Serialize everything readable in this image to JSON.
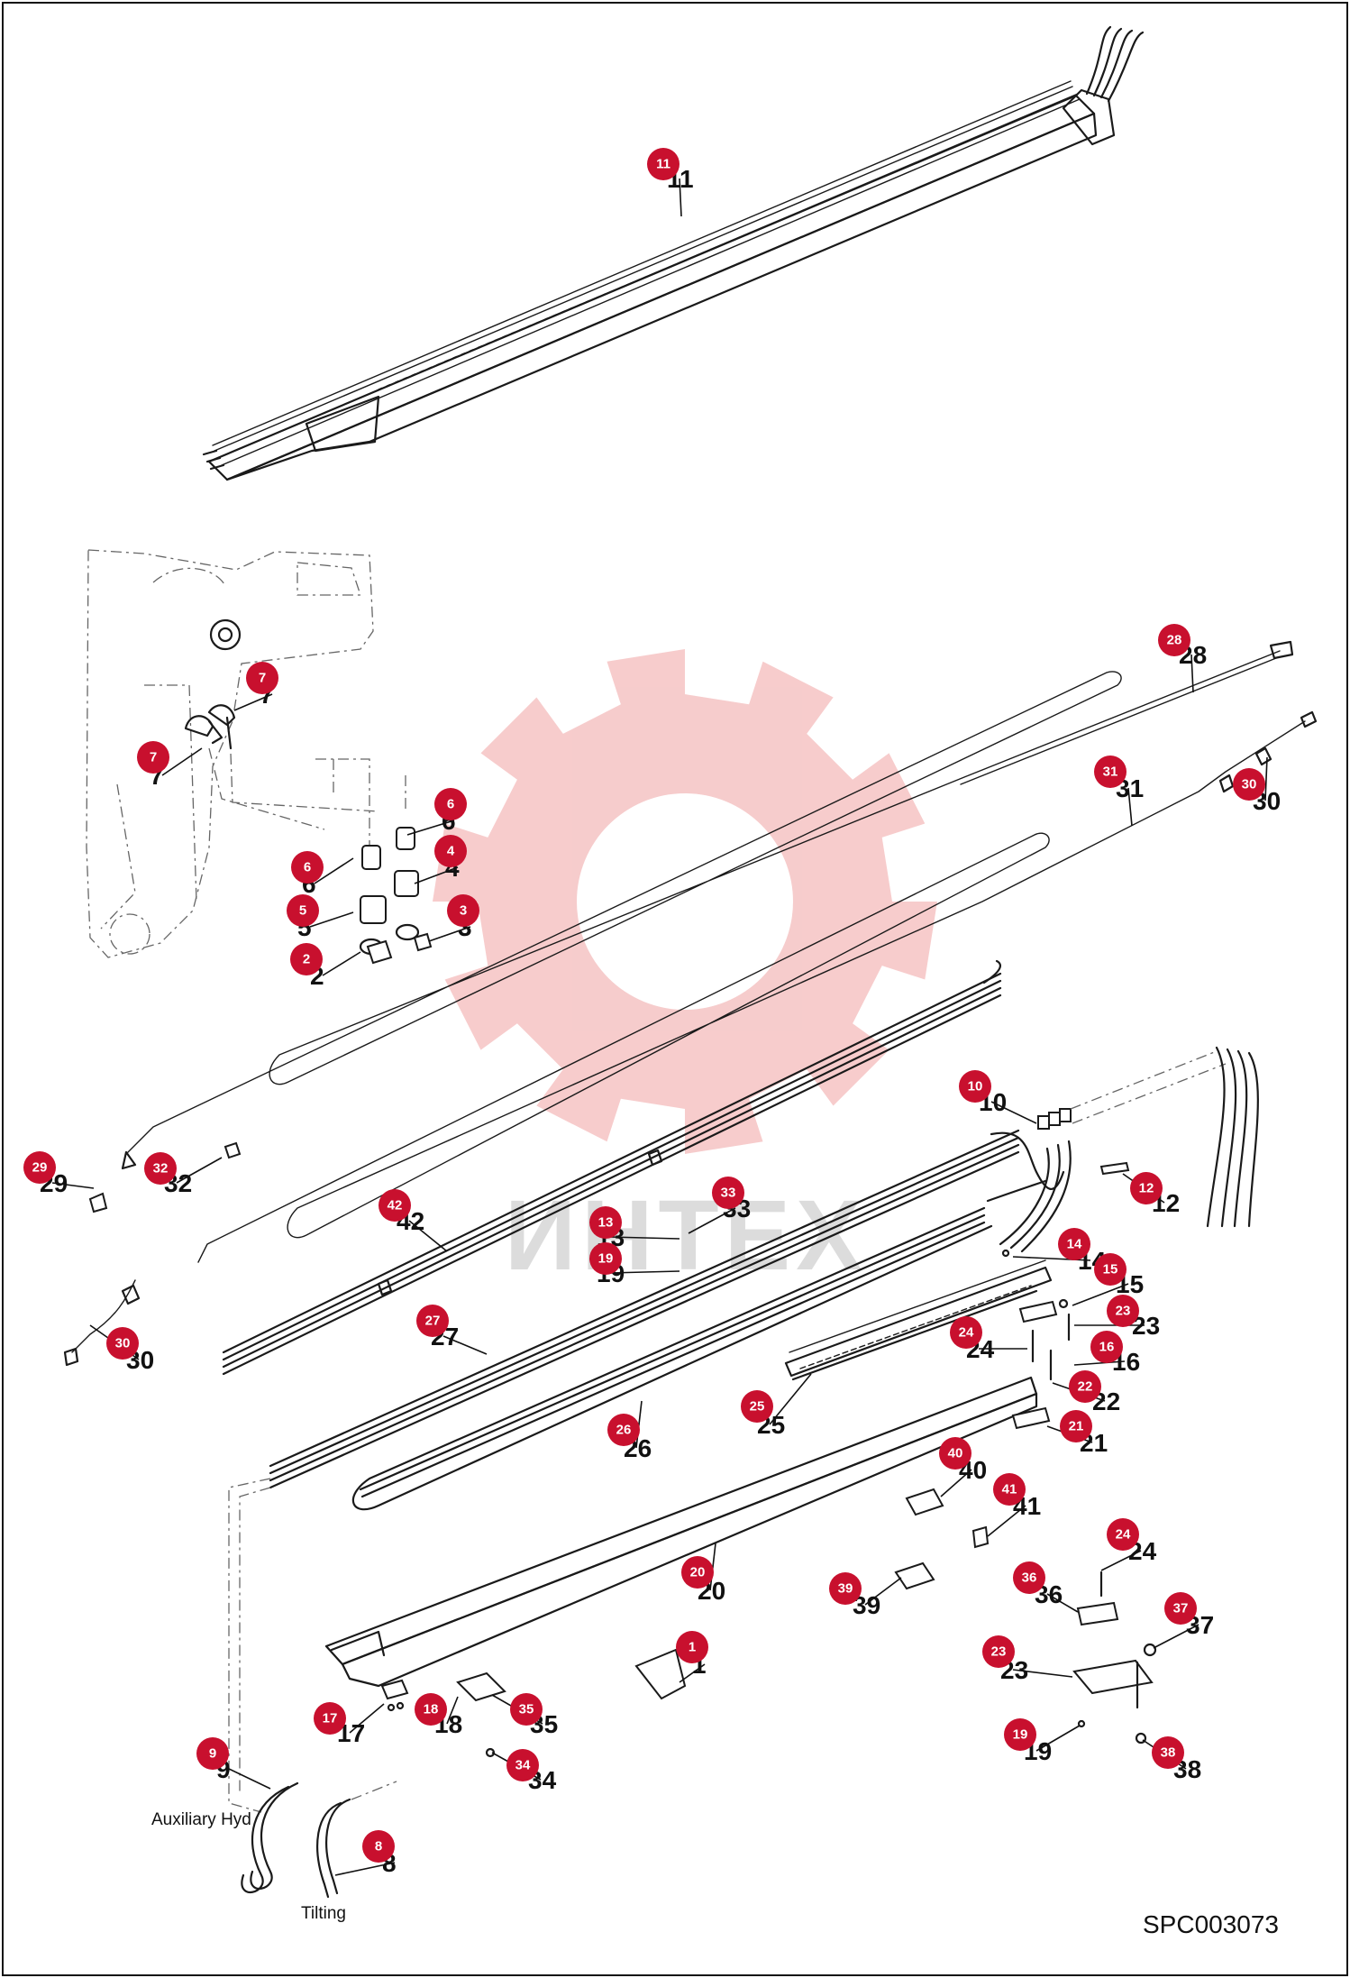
{
  "watermark": {
    "text": "ИНТЕХ",
    "gear_color": "#f6c7c7"
  },
  "badge_color": "#c8102e",
  "reference_code": "SPC003073",
  "captions": {
    "auxiliary": "Auxiliary Hyd",
    "tilting": "Tilting"
  },
  "callouts": [
    {
      "badge": "11",
      "number": "11"
    },
    {
      "badge": "28",
      "number": "28"
    },
    {
      "badge": "7",
      "number": "7"
    },
    {
      "badge": "7",
      "number": "7"
    },
    {
      "badge": "31",
      "number": "31"
    },
    {
      "badge": "30",
      "number": "30"
    },
    {
      "badge": "6",
      "number": "6"
    },
    {
      "badge": "6",
      "number": "6"
    },
    {
      "badge": "4",
      "number": "4"
    },
    {
      "badge": "5",
      "number": "5"
    },
    {
      "badge": "3",
      "number": "3"
    },
    {
      "badge": "2",
      "number": "2"
    },
    {
      "badge": "10",
      "number": "10"
    },
    {
      "badge": "29",
      "number": "29"
    },
    {
      "badge": "32",
      "number": "32"
    },
    {
      "badge": "12",
      "number": "12"
    },
    {
      "badge": "33",
      "number": "33"
    },
    {
      "badge": "42",
      "number": "42"
    },
    {
      "badge": "13",
      "number": "13"
    },
    {
      "badge": "14",
      "number": "14"
    },
    {
      "badge": "19",
      "number": "19"
    },
    {
      "badge": "15",
      "number": "15"
    },
    {
      "badge": "23",
      "number": "23"
    },
    {
      "badge": "27",
      "number": "27"
    },
    {
      "badge": "24",
      "number": "24"
    },
    {
      "badge": "16",
      "number": "16"
    },
    {
      "badge": "30",
      "number": "30"
    },
    {
      "badge": "22",
      "number": "22"
    },
    {
      "badge": "25",
      "number": "25"
    },
    {
      "badge": "21",
      "number": "21"
    },
    {
      "badge": "26",
      "number": "26"
    },
    {
      "badge": "40",
      "number": "40"
    },
    {
      "badge": "41",
      "number": "41"
    },
    {
      "badge": "20",
      "number": "20"
    },
    {
      "badge": "24",
      "number": "24"
    },
    {
      "badge": "39",
      "number": "39"
    },
    {
      "badge": "36",
      "number": "36"
    },
    {
      "badge": "37",
      "number": "37"
    },
    {
      "badge": "1",
      "number": "1"
    },
    {
      "badge": "23",
      "number": "23"
    },
    {
      "badge": "17",
      "number": "17"
    },
    {
      "badge": "18",
      "number": "18"
    },
    {
      "badge": "35",
      "number": "35"
    },
    {
      "badge": "19",
      "number": "19"
    },
    {
      "badge": "38",
      "number": "38"
    },
    {
      "badge": "9",
      "number": "9"
    },
    {
      "badge": "34",
      "number": "34"
    },
    {
      "badge": "8",
      "number": "8"
    }
  ]
}
